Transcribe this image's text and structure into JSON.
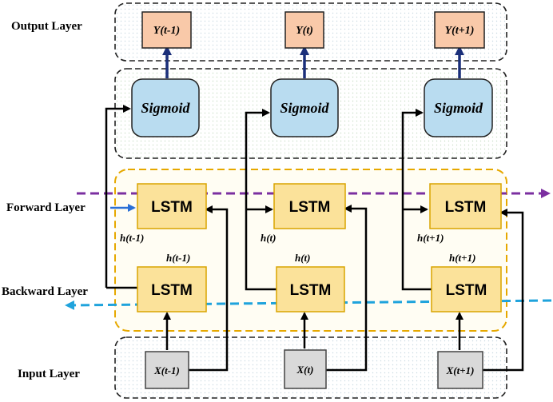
{
  "layers": {
    "output": "Output Layer",
    "forward": "Forward Layer",
    "backward": "Backward Layer",
    "input": "Input Layer"
  },
  "outputs": [
    "Y(t-1)",
    "Y(t)",
    "Y(t+1)"
  ],
  "sigmoid": [
    "Sigmoid",
    "Sigmoid",
    "Sigmoid"
  ],
  "lstm": "LSTM",
  "inputs": [
    "X(t-1)",
    "X(t)",
    "X(t+1)"
  ],
  "forward_hidden": [
    "h(t-1)",
    "h(t)",
    "h(t+1)"
  ],
  "backward_hidden": [
    "h(t-1)",
    "h(t)",
    "h(t+1)"
  ],
  "colors": {
    "output_box": "#f9c9a9",
    "sigmoid_box": "#b9dcf0",
    "lstm_box": "#fbe29a",
    "input_box": "#d9d9d9",
    "forward_arrow": "#7b2fa0",
    "backward_arrow": "#1fa3dc",
    "up_arrow": "#1a2f7a",
    "dashed_frame": "#e6a800"
  }
}
